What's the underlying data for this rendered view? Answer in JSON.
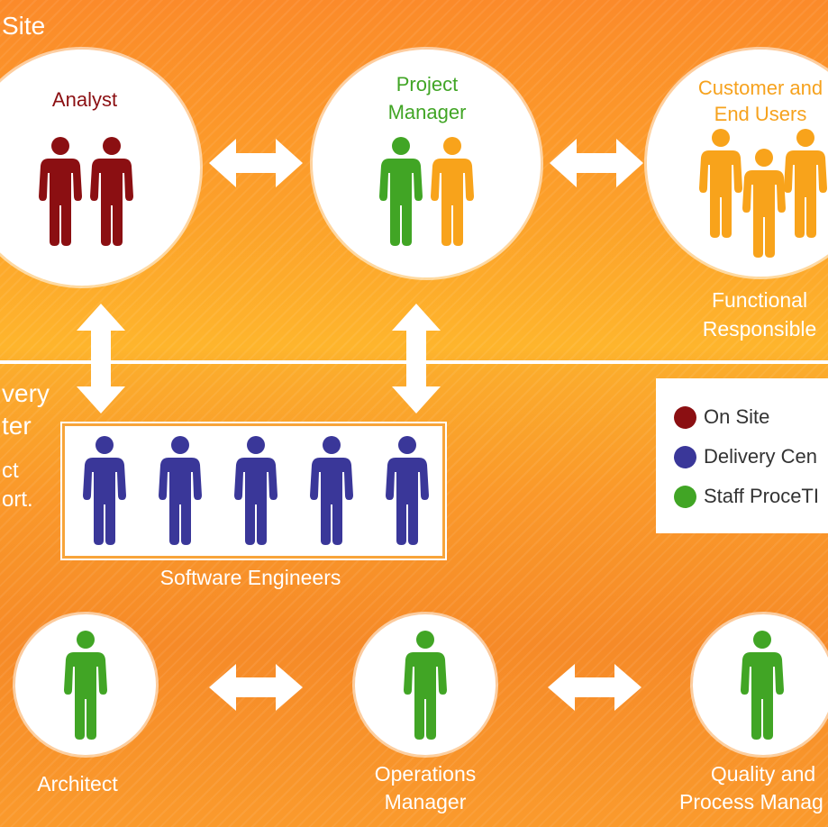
{
  "colors": {
    "on_site": "#8b0f12",
    "delivery_center": "#3a3799",
    "staff": "#41a525",
    "customer": "#f8a31b",
    "orange_label": "#f6a21e",
    "white": "#ffffff"
  },
  "zones": {
    "on_site": {
      "label": "Site"
    },
    "delivery_center": {
      "line1": "very",
      "line2": "ter",
      "line3": "ct",
      "line4": "ort."
    }
  },
  "roles": {
    "analyst": "Analyst",
    "project_manager": [
      "Project",
      "Manager"
    ],
    "customer": [
      "Customer and",
      "End Users"
    ],
    "functional": [
      "Functional",
      "Responsible"
    ],
    "software_engineers": "Software Engineers",
    "architect": "Architect",
    "operations_manager": [
      "Operations",
      "Manager"
    ],
    "quality_manager": [
      "Quality and",
      "Process Manag"
    ]
  },
  "legend": {
    "items": [
      {
        "label": "On Site",
        "color": "#8b0f12"
      },
      {
        "label": "Delivery Cen",
        "color": "#3a3799"
      },
      {
        "label": "Staff ProceTI",
        "color": "#41a525"
      }
    ]
  },
  "icons": [
    "person-icon",
    "double-arrow-icon",
    "legend-dot-icon"
  ]
}
